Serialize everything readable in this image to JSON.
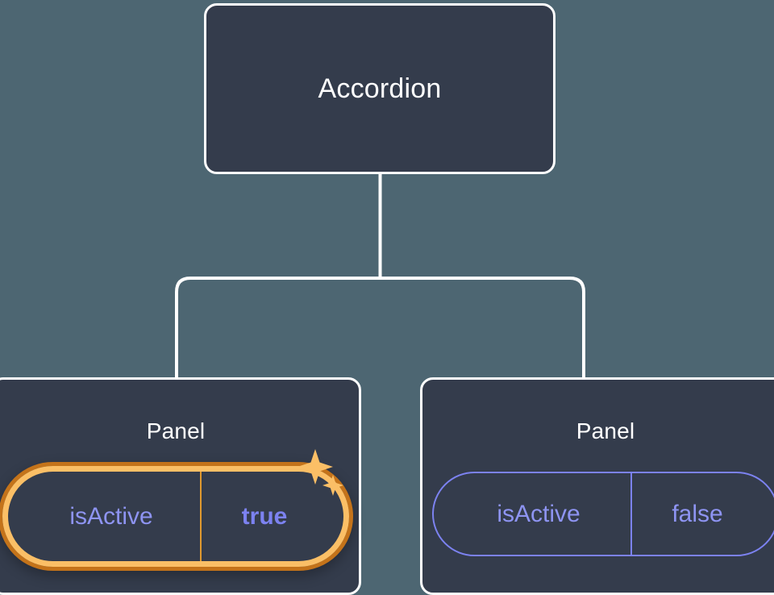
{
  "canvas": {
    "background_color": "#4d6672",
    "card_fill_color": "#343c4c",
    "card_border_color": "#ffffff",
    "connector_color": "#ffffff"
  },
  "tree": {
    "root": {
      "title": "Accordion"
    },
    "children": [
      {
        "title": "Panel",
        "highlighted": true,
        "prop": {
          "key": "isActive",
          "value": "true"
        },
        "colors": {
          "ring_outer": "#c4731a",
          "ring_inner": "#fbbf66",
          "divider": "#e0992f",
          "key_text": "#8e94f2",
          "value_text": "#7c82f0",
          "sparkle": "#fbbf66"
        },
        "decoration": "sparkles-icon"
      },
      {
        "title": "Panel",
        "highlighted": false,
        "prop": {
          "key": "isActive",
          "value": "false"
        },
        "colors": {
          "border": "#7c82f0",
          "divider": "#7c82f0",
          "key_text": "#8e94f2",
          "value_text": "#8e94f2"
        }
      }
    ]
  }
}
